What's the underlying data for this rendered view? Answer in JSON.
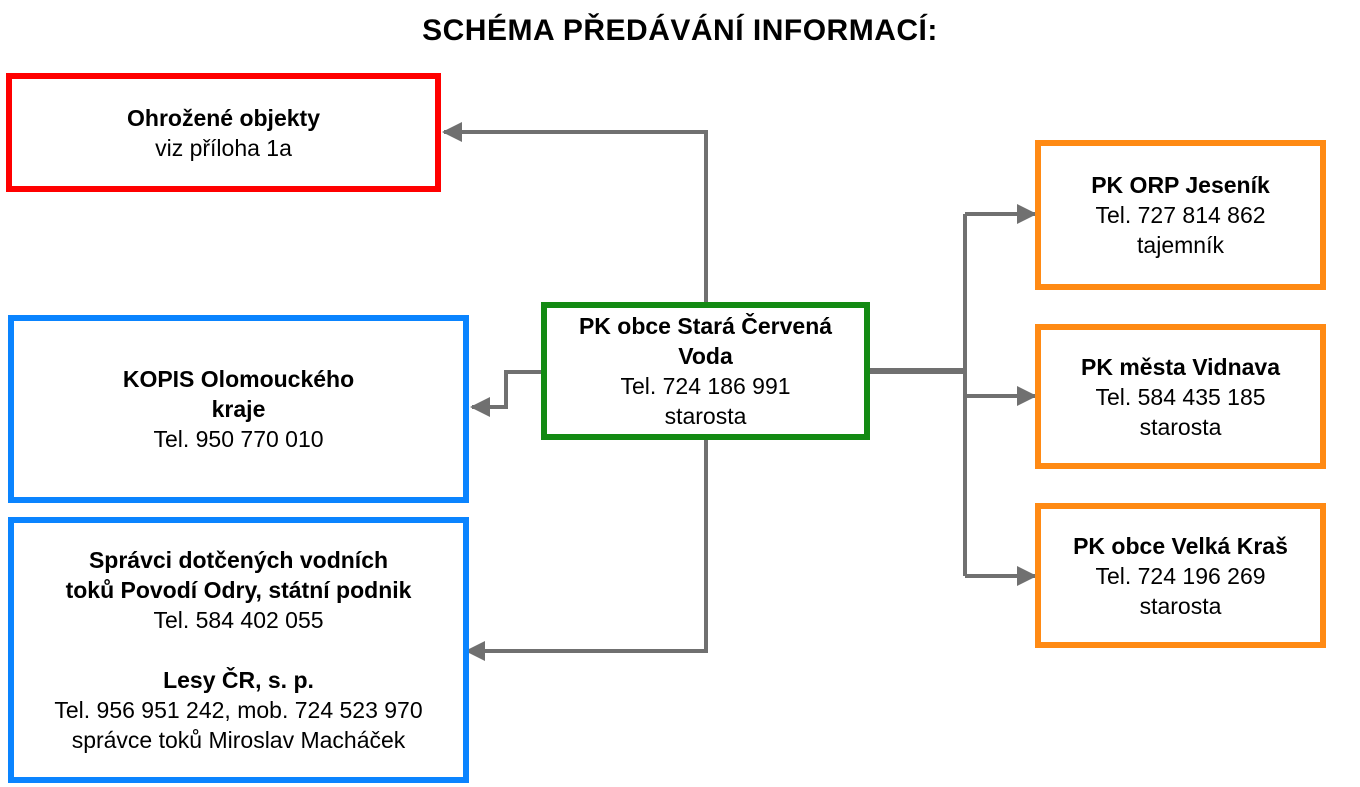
{
  "title": "SCHÉMA PŘEDÁVÁNÍ INFORMACÍ:",
  "colors": {
    "red": "#ff0000",
    "blue": "#0a84ff",
    "green": "#138a13",
    "orange": "#ff8a14",
    "connector": "#707070"
  },
  "center": {
    "name_line1": "PK obce Stará Červená",
    "name_line2": "Voda",
    "phone": "Tel. 724 186 991",
    "role": "starosta"
  },
  "threatened": {
    "name": "Ohrožené objekty",
    "note": "viz příloha 1a"
  },
  "kopis": {
    "name_line1": "KOPIS Olomouckého",
    "name_line2": "kraje",
    "phone": "Tel. 950 770 010"
  },
  "managers": {
    "name_line1": "Správci dotčených vodních",
    "name_line2": "toků Povodí Odry, státní podnik",
    "phone": "Tel. 584 402 055",
    "forest_name": "Lesy ČR, s. p.",
    "forest_phone": "Tel. 956 951 242, mob. 724 523 970",
    "forest_contact": "správce toků Miroslav Macháček"
  },
  "orp": {
    "name": "PK ORP Jeseník",
    "phone": "Tel. 727 814 862",
    "role": "tajemník"
  },
  "vidnava": {
    "name": "PK města Vidnava",
    "phone": "Tel. 584 435 185",
    "role": "starosta"
  },
  "kras": {
    "name": "PK obce Velká Kraš",
    "phone": "Tel. 724 196 269",
    "role": "starosta"
  }
}
